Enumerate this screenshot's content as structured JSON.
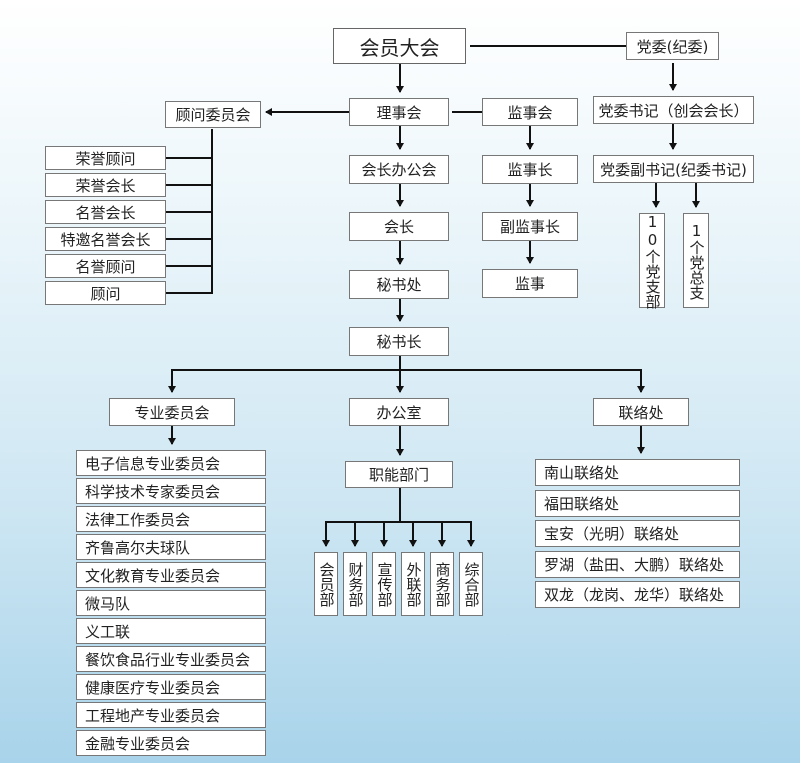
{
  "top": "会员大会",
  "party_committee": "党委(纪委)",
  "party_secretary": "党委书记（创会会长）",
  "party_deputy": "党委副书记(纪委书记)",
  "party_branches": "10个党支部",
  "party_general": "1个党总支",
  "advisory_committee": "顾问委员会",
  "advisors": [
    "荣誉顾问",
    "荣誉会长",
    "名誉会长",
    "特邀名誉会长",
    "名誉顾问",
    "顾问"
  ],
  "council": "理事会",
  "supervisory": "监事会",
  "president_office": "会长办公会",
  "president": "会长",
  "secretariat": "秘书处",
  "secretary_general": "秘书长",
  "chief_supervisor": "监事长",
  "deputy_supervisor": "副监事长",
  "supervisor": "监事",
  "special_committee": "专业委员会",
  "office": "办公室",
  "liaison": "联络处",
  "functional_depts": "职能部门",
  "departments": [
    "会员部",
    "财务部",
    "宣传部",
    "外联部",
    "商务部",
    "综合部"
  ],
  "committees": [
    "电子信息专业委员会",
    "科学技术专家委员会",
    "法律工作委员会",
    "齐鲁高尔夫球队",
    "文化教育专业委员会",
    "微马队",
    "义工联",
    "餐饮食品行业专业委员会",
    "健康医疗专业委员会",
    "工程地产专业委员会",
    "金融专业委员会"
  ],
  "liaison_offices": [
    "南山联络处",
    "福田联络处",
    "宝安（光明）联络处",
    "罗湖（盐田、大鹏）联络处",
    "双龙（龙岗、龙华）联络处"
  ]
}
